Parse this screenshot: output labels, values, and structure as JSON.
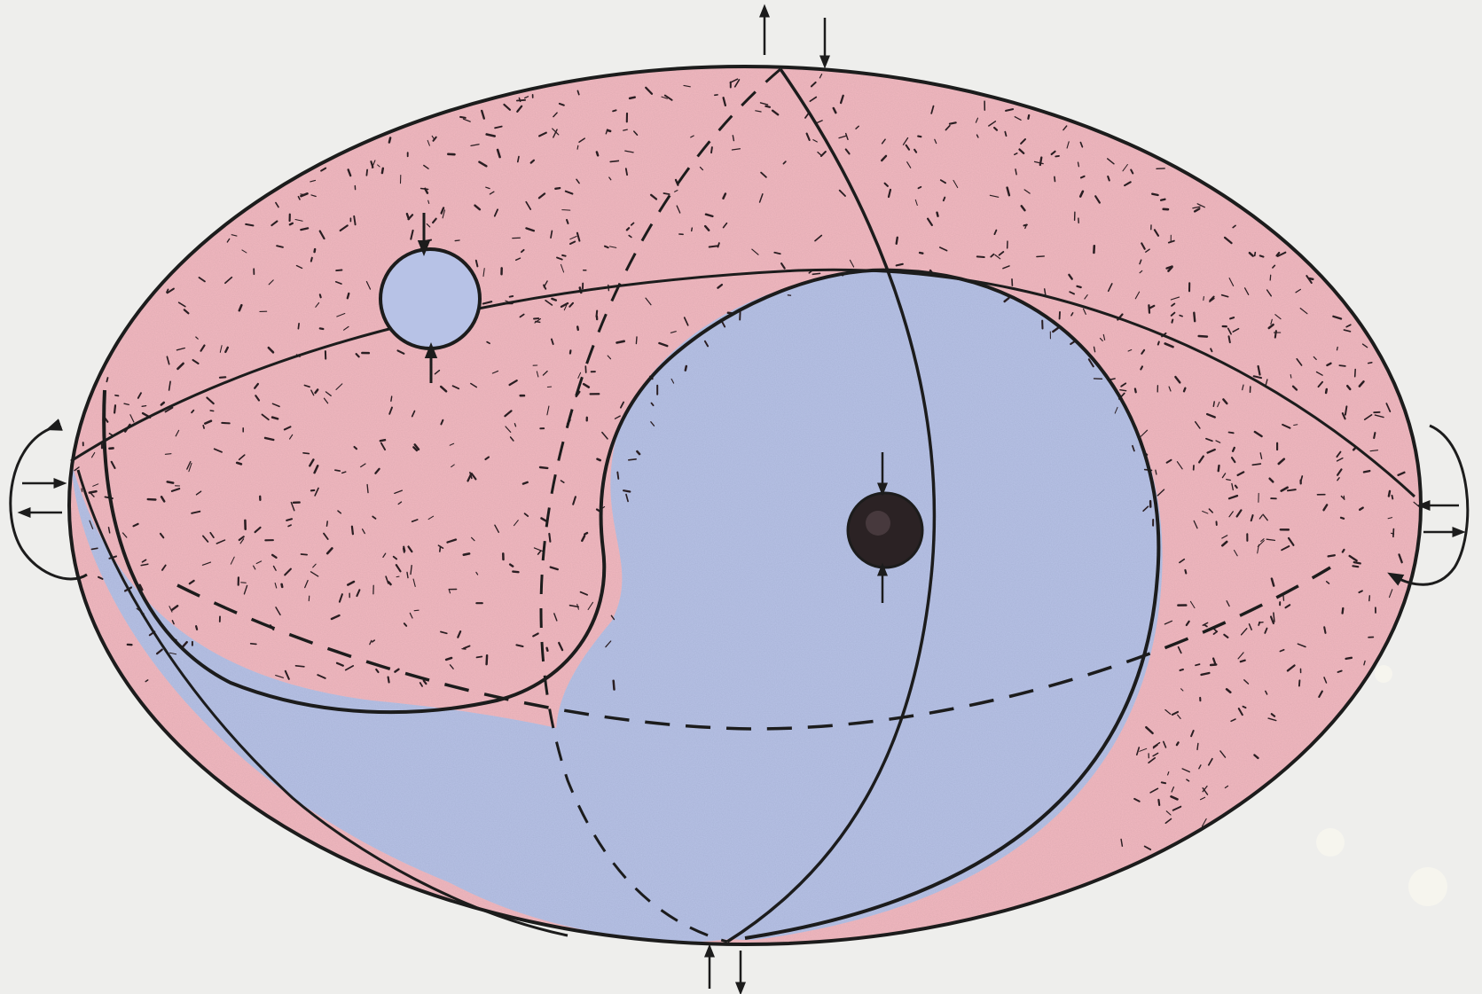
{
  "diagram": {
    "kind": "hand-drawn focal-mechanism sphere",
    "colors": {
      "paper": "#eeeeec",
      "compression_red": "#f2b9c0",
      "compression_red_dark": "#e7a0aa",
      "dilatation_blue": "#b7c2e6",
      "dilatation_blue_dark": "#a8b5df",
      "ink": "#1c1c1c",
      "stipple": "#2a1e22"
    },
    "markers": [
      {
        "name": "open-circle-axis",
        "fill": "blue"
      },
      {
        "name": "solid-circle-axis",
        "fill": "black"
      }
    ],
    "arrow_pairs": [
      "top",
      "bottom",
      "left",
      "right"
    ]
  }
}
